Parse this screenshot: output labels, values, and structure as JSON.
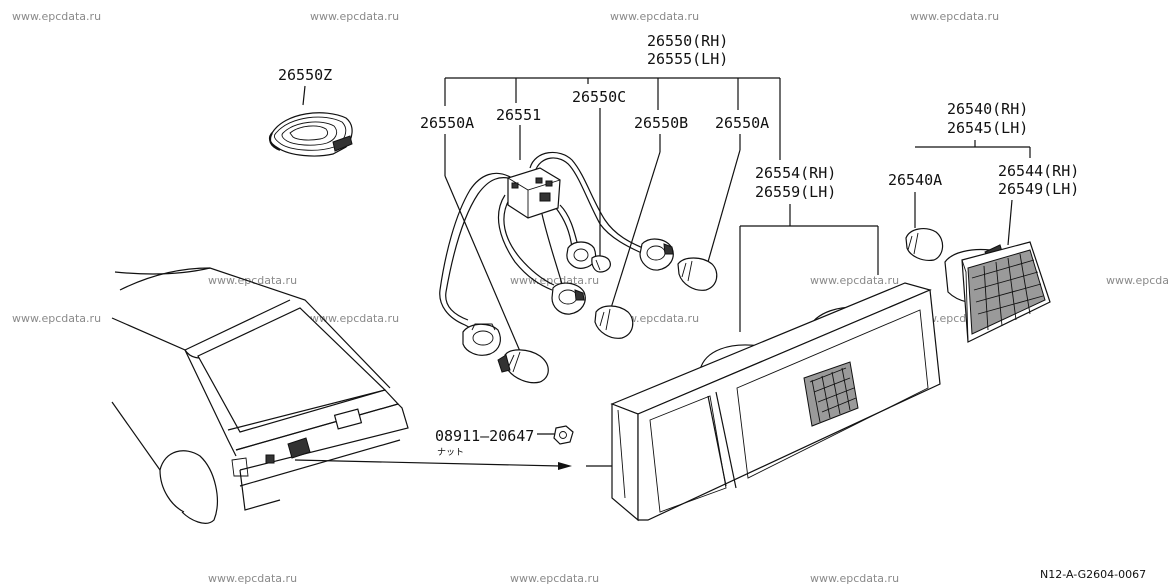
{
  "watermark_text": "www.epcdata.ru",
  "labels": {
    "p26550z": "26550Z",
    "p26550rh": "26550(RH)",
    "p26555lh": "26555(LH)",
    "p26551": "26551",
    "p26550c": "26550C",
    "p26550a_left": "26550A",
    "p26550b": "26550B",
    "p26550a_right": "26550A",
    "p26554rh": "26554(RH)",
    "p26559lh": "26559(LH)",
    "p26540rh": "26540(RH)",
    "p26545lh": "26545(LH)",
    "p26540a": "26540A",
    "p26544rh": "26544(RH)",
    "p26549lh": "26549(LH)",
    "p08911": "08911–20647",
    "nut": "ナット"
  },
  "diagram_code": "N12-A-G2604-0067"
}
